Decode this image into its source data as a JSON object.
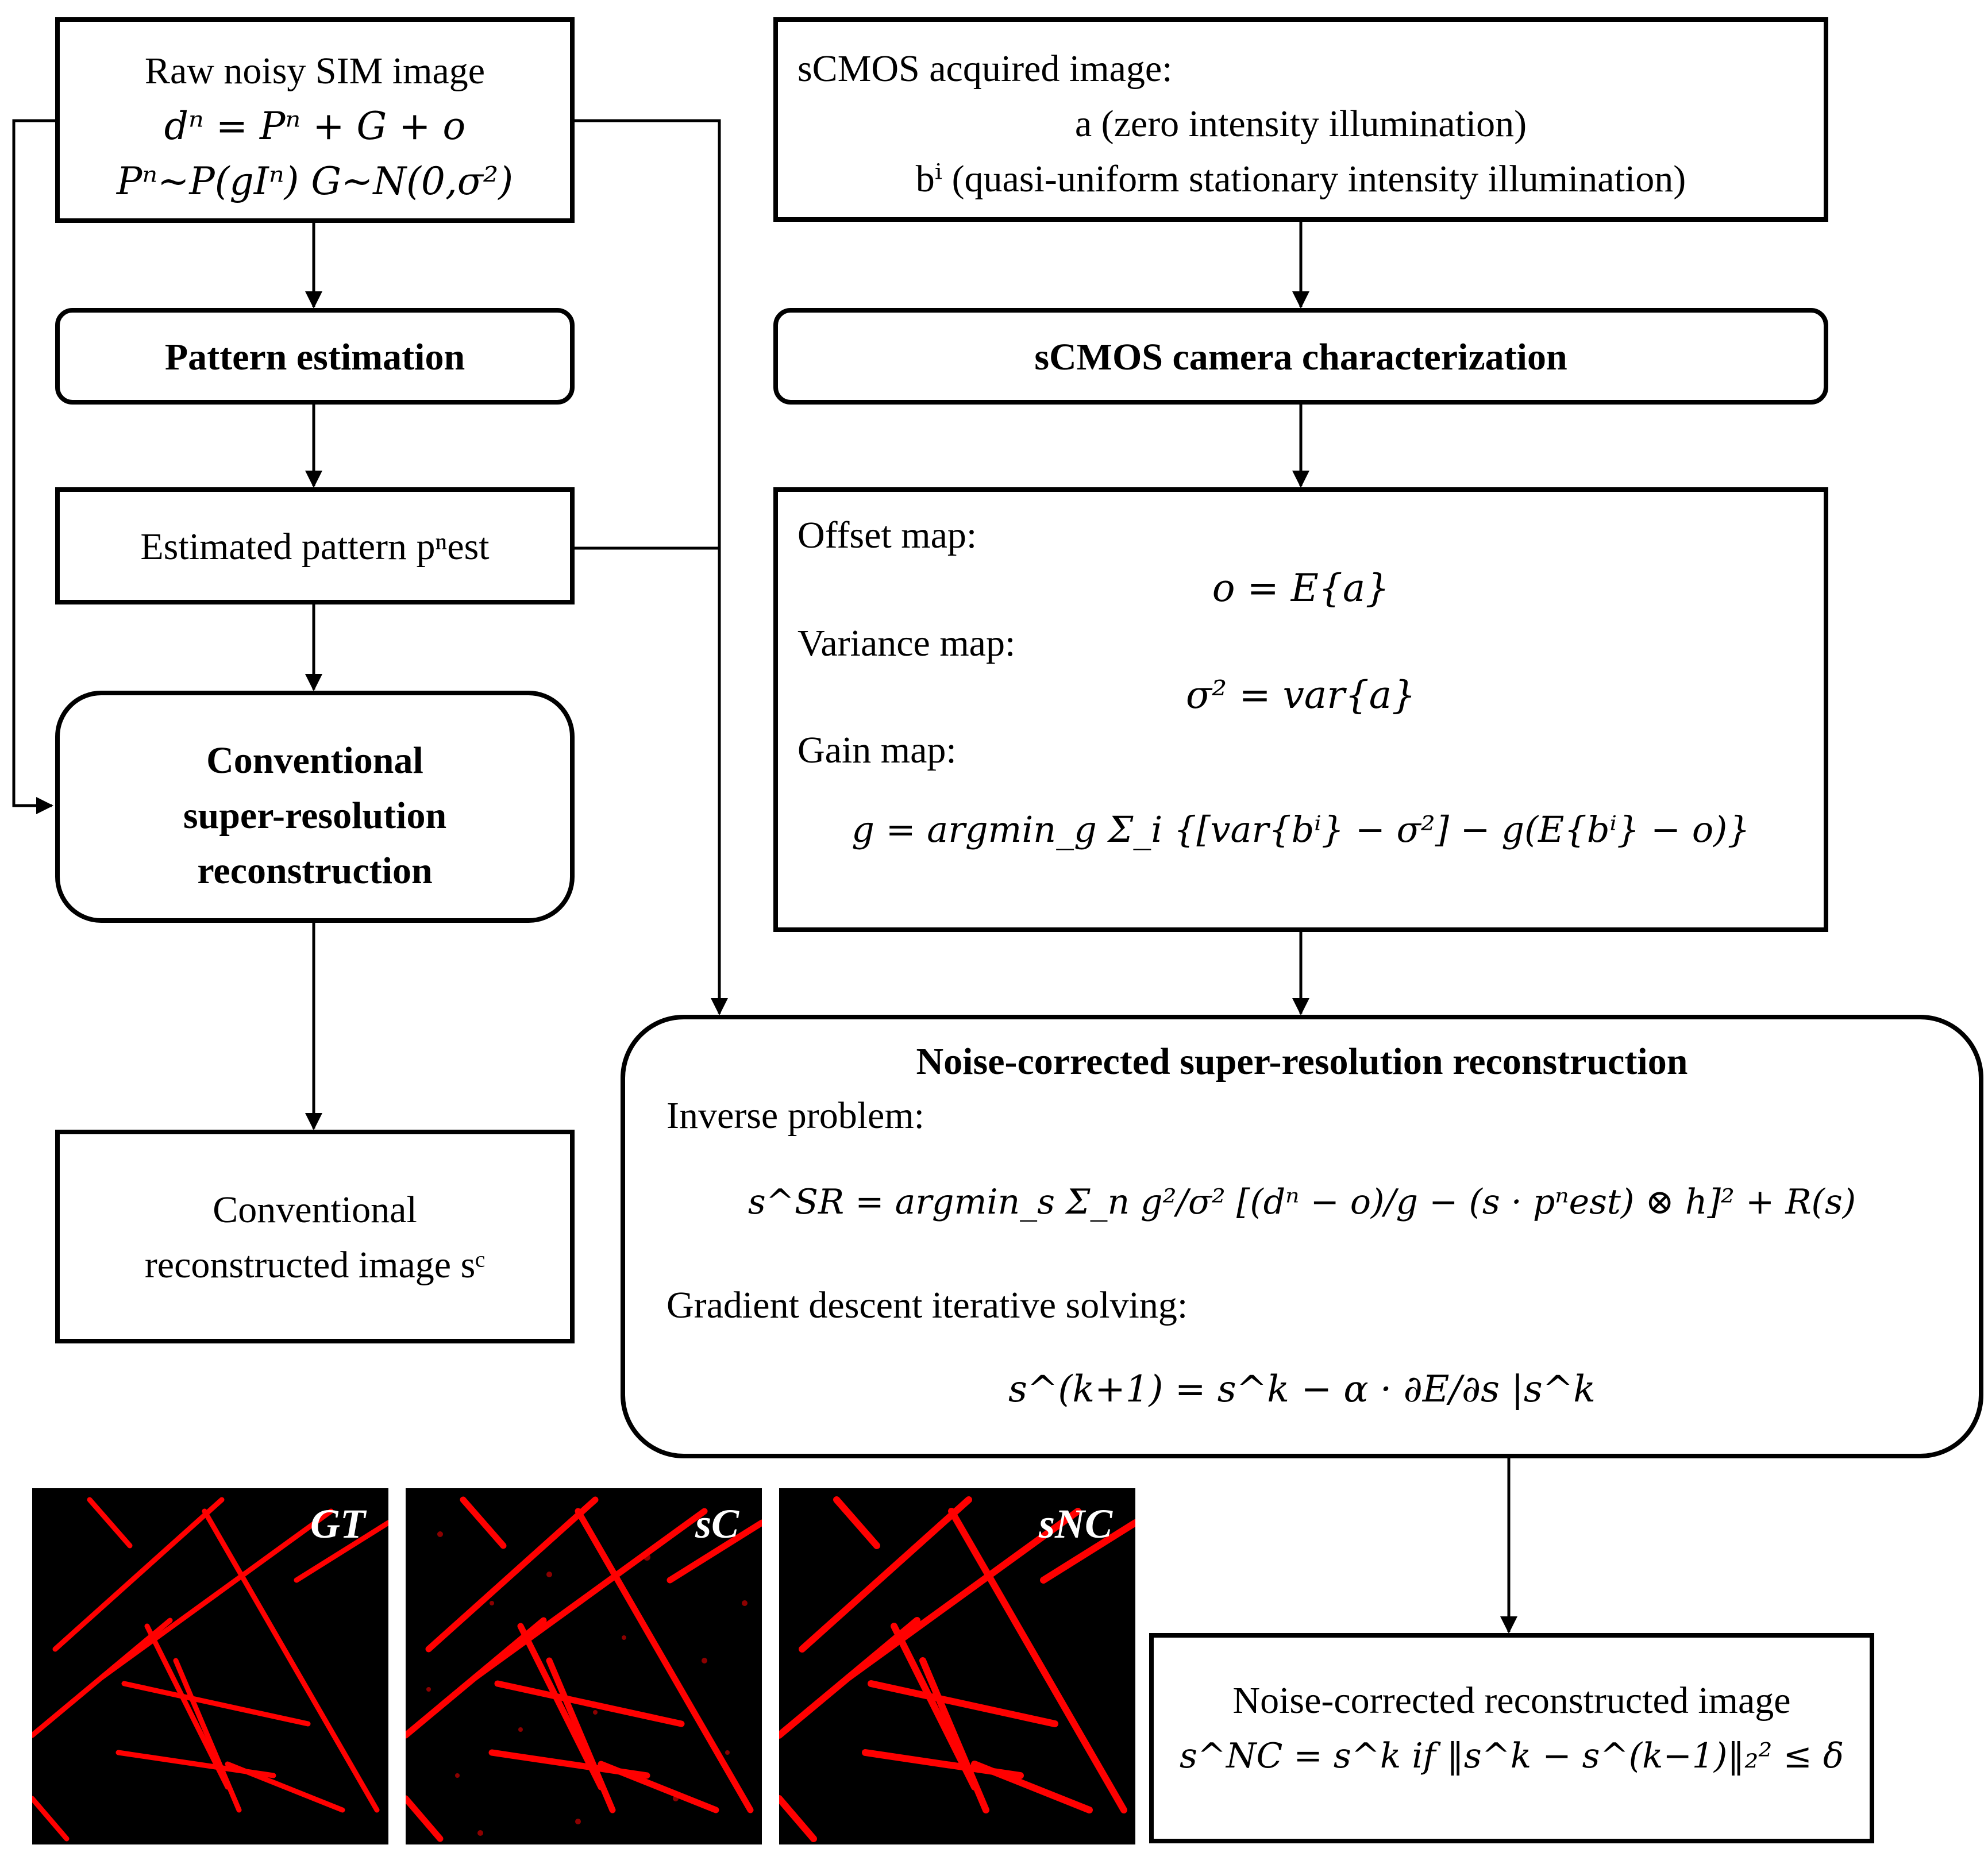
{
  "left": {
    "raw_box": {
      "title": "Raw noisy SIM image",
      "eq1": "dⁿ = Pⁿ + G + o",
      "eq2": "Pⁿ~P(gIⁿ) G~N(0,σ²)"
    },
    "pattern_estimation": "Pattern estimation",
    "estimated_pattern": "Estimated pattern pⁿest",
    "conventional_recon": {
      "line1": "Conventional",
      "line2": "super-resolution",
      "line3": "reconstruction"
    },
    "conventional_image": {
      "line1": "Conventional",
      "line2": "reconstructed image sᶜ"
    }
  },
  "right": {
    "acquired": {
      "title": "sCMOS acquired image:",
      "line_a": "a (zero intensity illumination)",
      "line_b": "bⁱ (quasi-uniform stationary intensity illumination)"
    },
    "characterization": "sCMOS camera characterization",
    "maps": {
      "offset_label": "Offset map:",
      "offset_eq": "o = E{a}",
      "variance_label": "Variance map:",
      "variance_eq": "σ² = var{a}",
      "gain_label": "Gain map:",
      "gain_eq": "g = argmin_g Σ_i {[var{bⁱ} − σ²] − g(E{bⁱ} − o)}"
    },
    "nc_recon": {
      "title": "Noise-corrected super-resolution reconstruction",
      "inverse_label": "Inverse problem:",
      "inverse_eq": "s^SR = argmin_s Σ_n g²/σ² [(dⁿ − o)/g − (s · pⁿest) ⊗ h]² + R(s)",
      "gradient_label": "Gradient descent iterative solving:",
      "gradient_eq": "s^(k+1) = s^k − α · ∂E/∂s |s^k"
    },
    "nc_image": {
      "line1": "Noise-corrected reconstructed image",
      "line2": "s^NC = s^k if ‖s^k − s^(k−1)‖₂² ≤ δ"
    }
  },
  "thumbnails": [
    {
      "label": "GT",
      "style": "clean"
    },
    {
      "label": "sC",
      "style": "noisy"
    },
    {
      "label": "sNC",
      "style": "corrected"
    }
  ],
  "colors": {
    "stroke": "#000000",
    "filament": "#ff0000",
    "thumb_bg": "#000000",
    "label": "#ffffff"
  }
}
